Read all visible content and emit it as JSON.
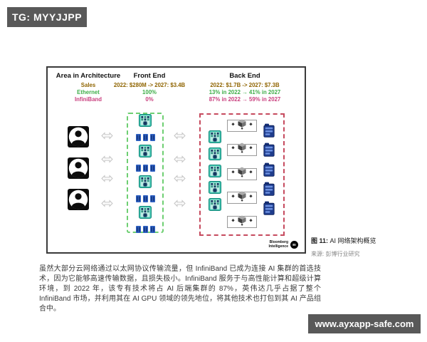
{
  "badges": {
    "top_left": "TG: MYYJJPP",
    "watermark": "www.ayxapp-safe.com"
  },
  "figure": {
    "columns": [
      {
        "title": "Area in Architecture",
        "rows": [
          {
            "label": "Sales"
          },
          {
            "label": "Ethernet"
          },
          {
            "label": "InfiniBand"
          }
        ]
      },
      {
        "title": "Front End",
        "rows": [
          {
            "label": "2022: $280M -> 2027: $3.4B"
          },
          {
            "label": "100%"
          },
          {
            "label": "0%"
          }
        ]
      },
      {
        "title": "Back End",
        "rows": [
          {
            "label": "2022: $1.7B -> 2027: $7.3B"
          },
          {
            "label": "13% in 2022 → 41% in 2027"
          },
          {
            "label": "87% in 2022 → 59% in 2027"
          }
        ]
      }
    ],
    "client_count": 3,
    "front_end_units": 4,
    "back_end_switches": 5,
    "back_end_gpu_nodes": 5,
    "back_end_storage": 5,
    "logo": {
      "line1": "Bloomberg",
      "line2": "Intelligence",
      "mark": "BI"
    }
  },
  "caption": {
    "title_bold": "图 11:",
    "title_rest": " AI 网络架构概览",
    "source": "来源: 彭博行业研究"
  },
  "paragraph": "虽然大部分云网络通过以太网协议传输流量，但 InfiniBand 已成为连接 AI 集群的首选技术，因为它能够高速传输数据，且损失极小。InfiniBand 服务于与高性能计算和超级计算环境，到 2022 年，该专有技术将占 AI 后端集群的 87%，英伟达几乎占据了整个 InfiniBand 市场，并利用其在 AI GPU 领域的领先地位，将其他技术也打包到其 AI 产品组合中。",
  "colors": {
    "badge": "#595959",
    "olive": "#8f6400",
    "green": "#3fae49",
    "pink": "#c9407f",
    "green_box": "#6ecf72",
    "pink_box": "#c64a5e",
    "chip_teal": "#3fc3ae",
    "module_blue": "#2f62c4",
    "server_navy": "#1e3c8c"
  }
}
